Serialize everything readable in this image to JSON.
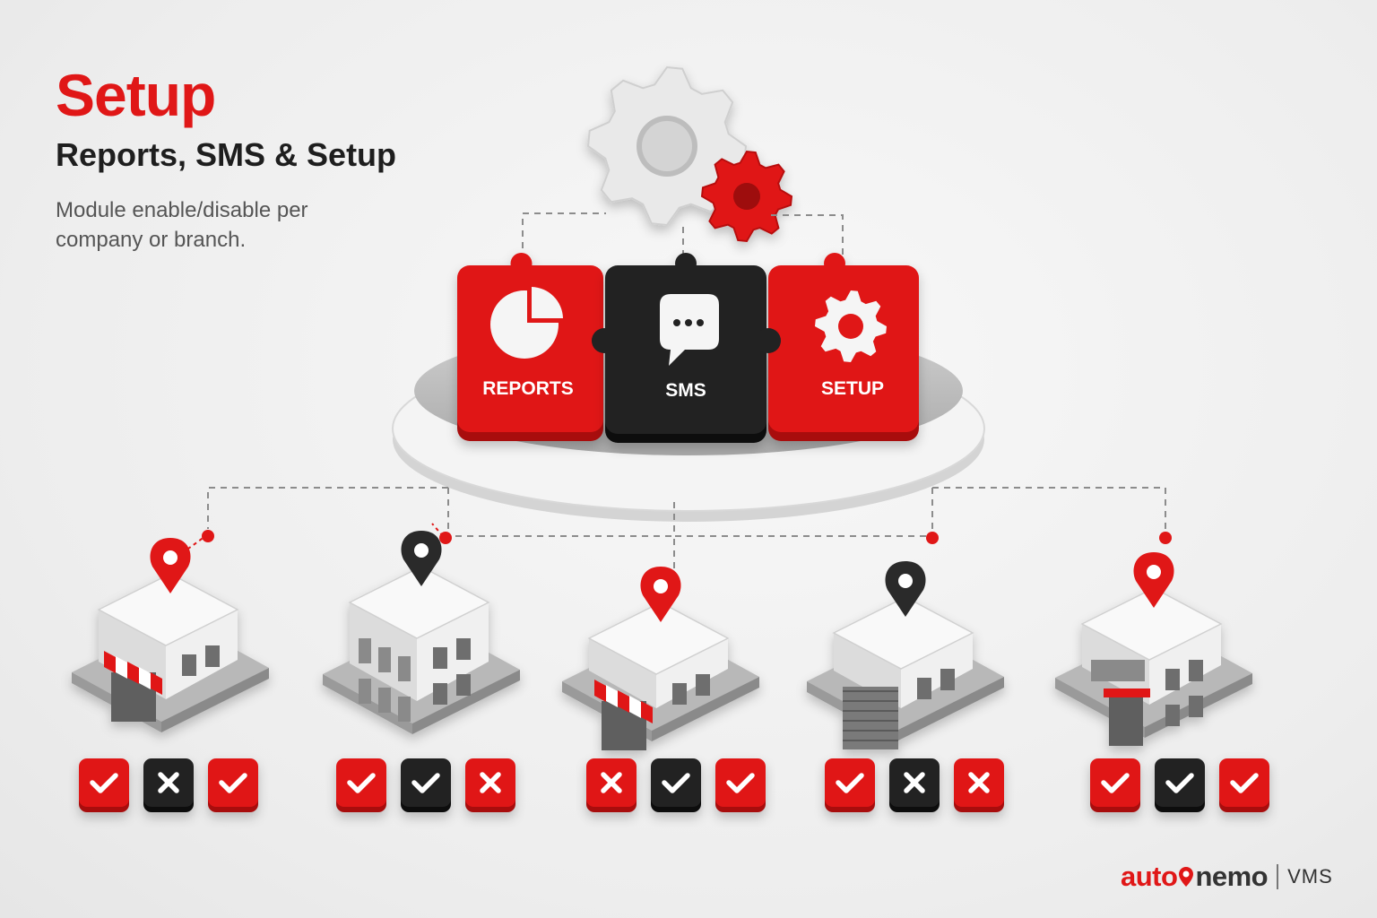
{
  "header": {
    "title": "Setup",
    "subtitle": "Reports, SMS & Setup",
    "description": "Module enable/disable per company or branch."
  },
  "modules": [
    {
      "label": "REPORTS",
      "icon": "pie-chart-icon",
      "color": "#e01717"
    },
    {
      "label": "SMS",
      "icon": "chat-bubble-icon",
      "color": "#222222"
    },
    {
      "label": "SETUP",
      "icon": "gear-icon",
      "color": "#e01717"
    }
  ],
  "branches": [
    {
      "name": "store-awning",
      "pin": "red",
      "toggles": [
        "check",
        "cross",
        "check"
      ]
    },
    {
      "name": "office-tower",
      "pin": "dark",
      "toggles": [
        "check",
        "check",
        "cross"
      ]
    },
    {
      "name": "small-shop",
      "pin": "red",
      "toggles": [
        "cross",
        "check",
        "check"
      ]
    },
    {
      "name": "garage",
      "pin": "dark",
      "toggles": [
        "check",
        "cross",
        "cross"
      ]
    },
    {
      "name": "office-canopy",
      "pin": "red",
      "toggles": [
        "check",
        "check",
        "check"
      ]
    }
  ],
  "brand": {
    "left": "auto",
    "right": "nemo",
    "product": "VMS"
  },
  "colors": {
    "accent": "#e01717",
    "dark": "#222222",
    "light": "#f2f2f2"
  }
}
